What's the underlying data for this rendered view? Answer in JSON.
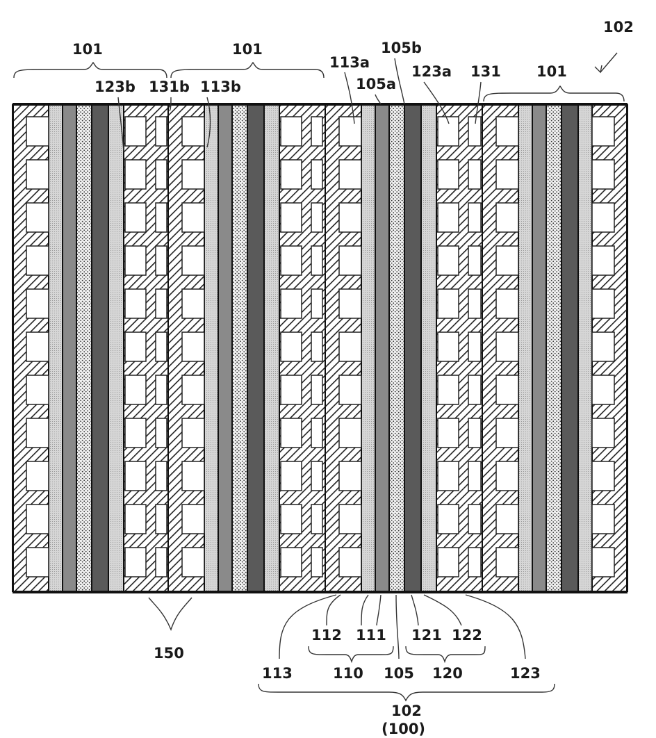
{
  "labels": {
    "cell_left": "101",
    "cell_middle": "101",
    "cell_right": "101",
    "stack_top": "102",
    "l_113a": "113a",
    "l_105b": "105b",
    "l_105a": "105a",
    "l_123a": "123a",
    "l_131": "131",
    "l_123b": "123b",
    "l_131b": "131b",
    "l_113b": "113b",
    "l_150": "150",
    "l_112": "112",
    "l_111": "111",
    "l_121": "121",
    "l_122": "122",
    "l_113": "113",
    "l_110": "110",
    "l_105": "105",
    "l_120": "120",
    "l_123": "123",
    "stack_bottom": "102",
    "stack_bottom_paren": "(100)"
  },
  "colors": {
    "outline": "#111111",
    "hatch_line": "#222222",
    "diffusion_layer": "#d8d8d8",
    "catalyst_layer": "#8a8a8a",
    "membrane_dots": "#333333",
    "channel_fill": "#ffffff"
  }
}
